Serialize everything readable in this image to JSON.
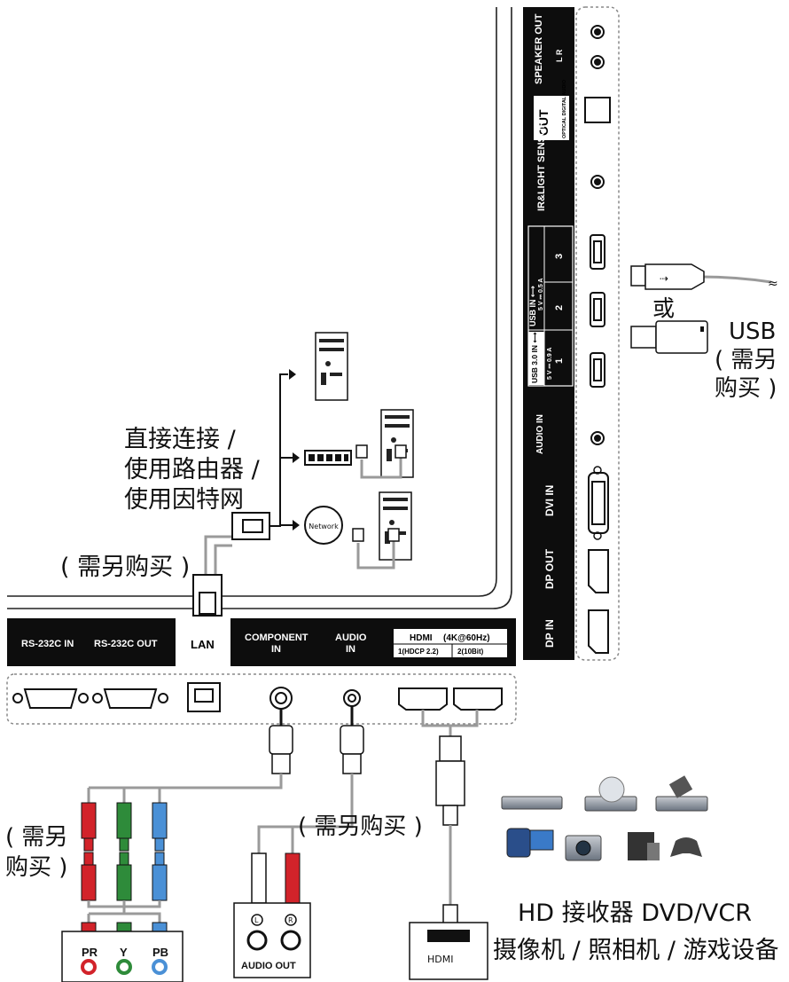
{
  "side_panel": {
    "speaker_out": "SPEAKER OUT",
    "speaker_lr": "L R",
    "out": "OUT",
    "optical": "OPTICAL DIGITAL AUDIO",
    "ir_light": "IR&LIGHT SENSOR",
    "usb_in": "USB IN ⟷",
    "usb_in_rating": "5 V ⎓ 0.5 A",
    "usb_port_3": "3",
    "usb_port_2": "2",
    "usb30_in": "USB 3.0 IN ⟷",
    "usb30_rating": "5 V ⎓ 0.9 A",
    "usb_port_1": "1",
    "audio_in": "AUDIO IN",
    "dvi_in": "DVI IN",
    "dp_out": "DP OUT",
    "dp_in": "DP IN"
  },
  "bottom_panel": {
    "rs232c_in": "RS-232C IN",
    "rs232c_out": "RS-232C OUT",
    "lan": "LAN",
    "component_in_1": "COMPONENT",
    "component_in_2": "IN",
    "audio_in_1": "AUDIO",
    "audio_in_2": "IN",
    "hdmi_logo": "HDMI",
    "hdmi_spec": "(4K@60Hz)",
    "hdmi_port1": "1(HDCP 2.2)",
    "hdmi_port2": "2(10Bit)"
  },
  "labels": {
    "lan_line1": "直接连接 /",
    "lan_line2": "使用路由器 /",
    "lan_line3": "使用因特网",
    "lan_buy": "( 需另购买 )",
    "network": "Network",
    "usb_or": "或",
    "usb": "USB",
    "usb_buy1": "( 需另",
    "usb_buy2": "购买 )",
    "comp_buy1": "( 需另",
    "comp_buy2": "购买 )",
    "audio_buy": "( 需另购买 )",
    "pr": "PR",
    "y": "Y",
    "pb": "PB",
    "audio_l": "L",
    "audio_r": "R",
    "audio_out": "AUDIO OUT",
    "hdmi_box": "HDMI",
    "devices_line1": "HD 接收器 DVD/VCR",
    "devices_line2": "摄像机 / 照相机 / 游戏设备"
  },
  "colors": {
    "panel": "#0d0d0d",
    "red": "#d2232a",
    "green": "#2e8b3a",
    "blue": "#4a90d6",
    "cable": "#9a9a9a"
  }
}
